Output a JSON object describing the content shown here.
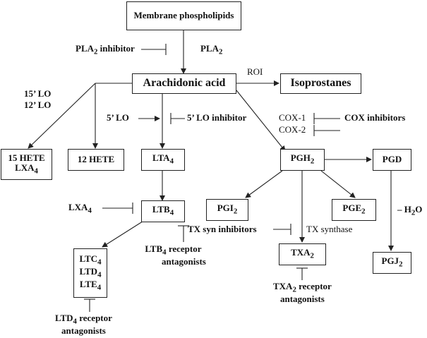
{
  "nodes": {
    "membrane": "Membrane phospholipids",
    "arachidonic": "Arachidonic acid",
    "isoprostanes": "Isoprostanes",
    "hete15": "15 HETE",
    "lxa4_node": "LXA4",
    "hete12": "12 HETE",
    "lta4": "LTA4",
    "pgh2": "PGH2",
    "pgd": "PGD",
    "ltb4": "LTB4",
    "pgi2": "PGI2",
    "pge2": "PGE2",
    "ltc4": "LTC4",
    "ltd4": "LTD4",
    "lte4": "LTE4",
    "txa2": "TXA2",
    "pgj2": "PGJ2"
  },
  "labels": {
    "pla2_inhibitor": "PLA2 inhibitor",
    "pla2": "PLA2",
    "roi": "ROI",
    "lo15": "15’ LO",
    "lo12": "12’ LO",
    "lo5": "5’ LO",
    "lo5_inhibitor": "5’ LO inhibitor",
    "cox1": "COX-1",
    "cox2": "COX-2",
    "cox_inhibitors": "COX inhibitors",
    "lxa4_inhibitor": "LXA4",
    "ltb4_antag_1": "LTB4 receptor",
    "ltb4_antag_2": "antagonists",
    "tx_syn_inhibitors": "TX syn inhibitors",
    "tx_synthase": "TX synthase",
    "minus_h2o": "– H2O",
    "txa2_antag_1": "TXA2 receptor",
    "txa2_antag_2": "antagonists",
    "ltd4_antag_1": "LTD4 receptor",
    "ltd4_antag_2": "antagonists"
  }
}
